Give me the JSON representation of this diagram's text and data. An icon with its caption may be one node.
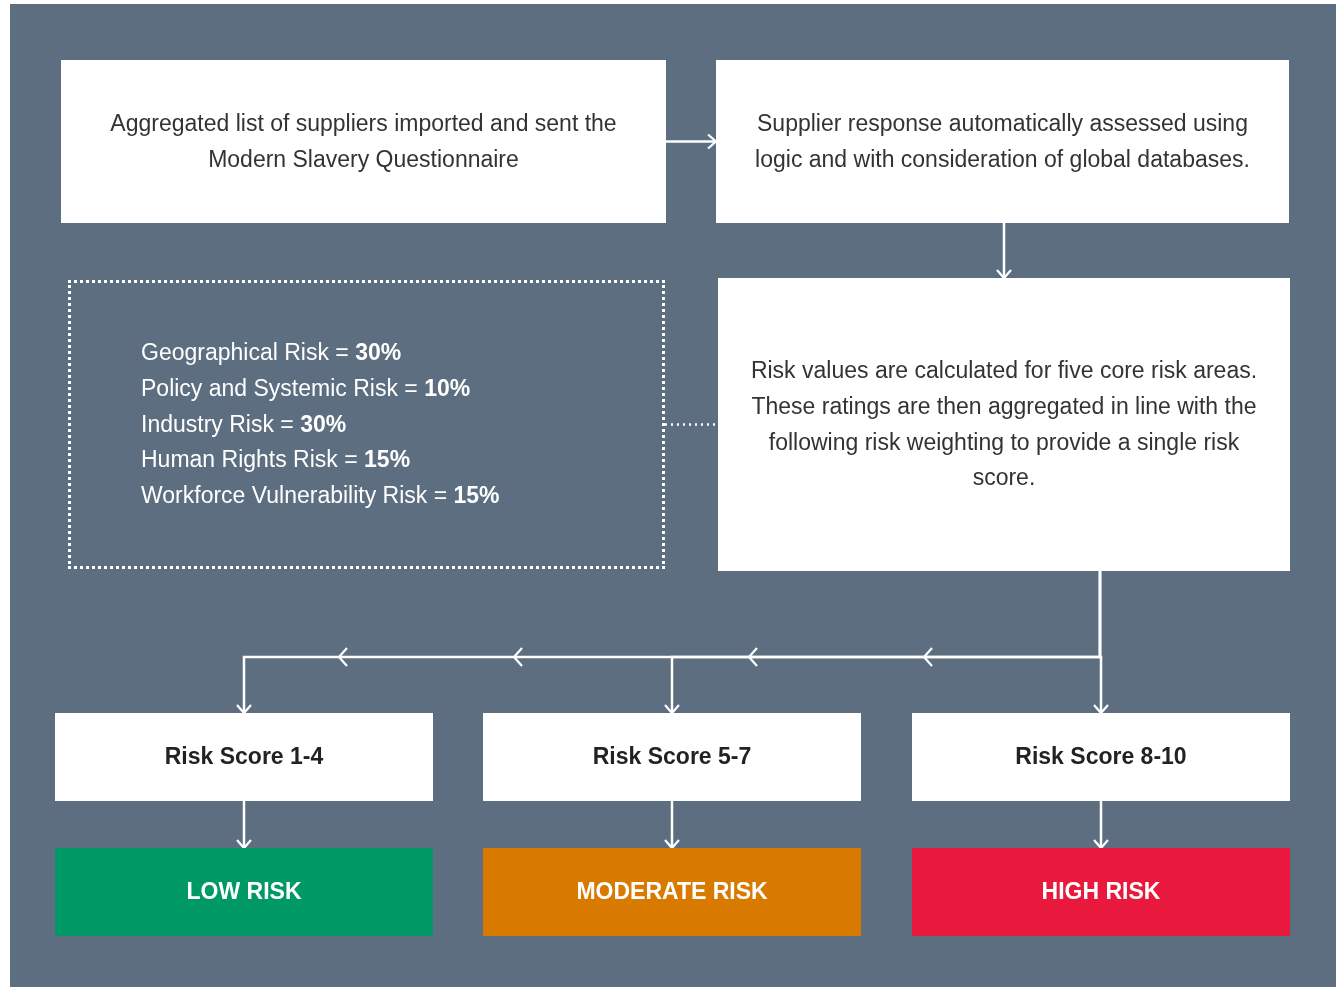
{
  "diagram": {
    "nodes": [
      {
        "text": [
          "Aggregated list of suppliers imported and sent the Modern Slavery Questionnaire"
        ]
      },
      {
        "text": [
          "Supplier response automatically assessed using logic and with consideration of global databases."
        ]
      },
      {
        "text": [
          "Geographical Risk = **30%**",
          "Policy and Systemic Risk = **10%**",
          "Industry Risk = **30%**",
          "Human Rights Risk = **15%**",
          "Workforce Vulnerability Risk = **15%**"
        ]
      },
      {
        "text": [
          "Risk values are calculated for five core risk areas. These ratings are then aggregated in line with the following risk weighting to provide a single risk score."
        ]
      },
      {
        "text": [
          "Risk Score 1-4"
        ]
      },
      {
        "text": [
          "Risk Score 5-7"
        ]
      },
      {
        "text": [
          "Risk Score 8-10"
        ]
      },
      {
        "text": [
          "LOW RISK"
        ]
      },
      {
        "text": [
          "MODERATE RISK"
        ]
      },
      {
        "text": [
          "HIGH RISK"
        ]
      }
    ],
    "edges": [
      {
        "from": 0,
        "to": 1,
        "arrow": "to"
      },
      {
        "from": 1,
        "to": 3,
        "arrow": "to"
      },
      {
        "from": 2,
        "to": 3,
        "arrow": "none",
        "style": "dashed"
      },
      {
        "from": 3,
        "to": 4,
        "arrow": "to"
      },
      {
        "from": 3,
        "to": 5,
        "arrow": "to"
      },
      {
        "from": 3,
        "to": 6,
        "arrow": "to"
      },
      {
        "from": 4,
        "to": 7,
        "arrow": "to"
      },
      {
        "from": 5,
        "to": 8,
        "arrow": "to"
      },
      {
        "from": 6,
        "to": 9,
        "arrow": "to"
      }
    ]
  }
}
